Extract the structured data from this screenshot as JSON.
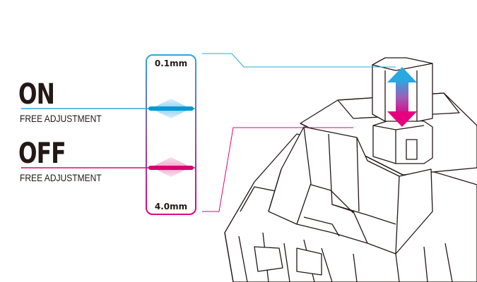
{
  "scale": {
    "min_label": "0.1mm",
    "max_label": "4.0mm"
  },
  "on": {
    "title": "ON",
    "subtitle": "FREE ADJUSTMENT",
    "color": "#29a8e0"
  },
  "off": {
    "title": "OFF",
    "subtitle": "FREE ADJUSTMENT",
    "color": "#e4007f"
  },
  "colors": {
    "text": "#231815",
    "gradient_top": "#29a8e0",
    "gradient_bottom": "#e4007f",
    "outline": "#231815",
    "switch_fill": "#ffffff"
  }
}
